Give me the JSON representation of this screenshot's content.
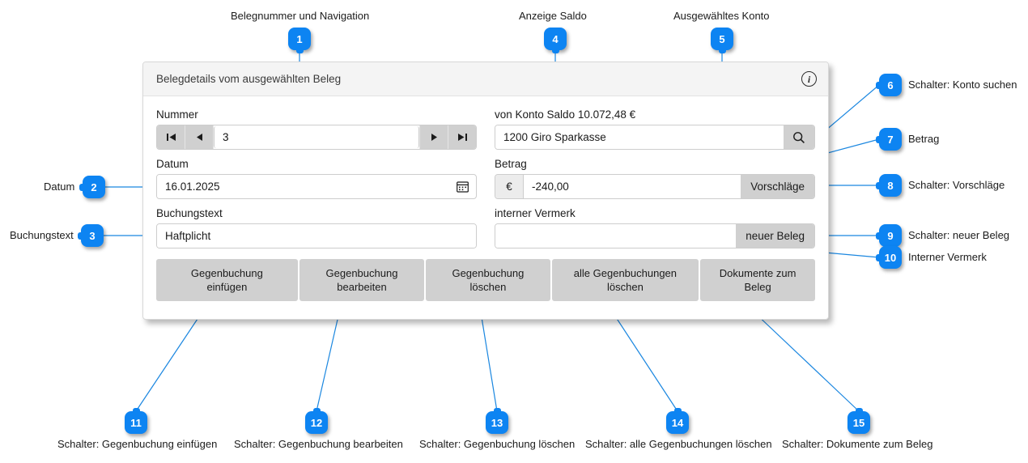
{
  "dialog": {
    "title": "Belegdetails vom ausgewählten Beleg",
    "info_icon": "info-icon",
    "fields": {
      "nummer": {
        "label": "Nummer",
        "value": "3",
        "first_icon": "first-record-icon",
        "prev_icon": "previous-record-icon",
        "next_icon": "next-record-icon",
        "last_icon": "last-record-icon"
      },
      "datum": {
        "label": "Datum",
        "value": "16.01.2025",
        "calendar_icon": "calendar-icon"
      },
      "buchungstext": {
        "label": "Buchungstext",
        "value": "Haftplicht"
      },
      "konto": {
        "label": "von Konto Saldo 10.072,48 €",
        "value": "1200 Giro Sparkasse",
        "search_icon": "search-icon"
      },
      "betrag": {
        "label": "Betrag",
        "currency": "€",
        "value": "-240,00",
        "suggest_button": "Vorschläge"
      },
      "vermerk": {
        "label": "interner Vermerk",
        "value": "",
        "new_button": "neuer Beleg"
      }
    },
    "buttons": [
      {
        "line1": "Gegenbuchung",
        "line2": "einfügen"
      },
      {
        "line1": "Gegenbuchung",
        "line2": "bearbeiten"
      },
      {
        "line1": "Gegenbuchung",
        "line2": "löschen"
      },
      {
        "line1": "alle Gegenbuchungen",
        "line2": "löschen"
      },
      {
        "line1": "Dokumente zum",
        "line2": "Beleg"
      }
    ]
  },
  "callouts": [
    {
      "num": "1",
      "label": "Belegnummer und Navigation"
    },
    {
      "num": "2",
      "label": "Datum"
    },
    {
      "num": "3",
      "label": "Buchungstext"
    },
    {
      "num": "4",
      "label": "Anzeige Saldo"
    },
    {
      "num": "5",
      "label": "Ausgewähltes Konto"
    },
    {
      "num": "6",
      "label": "Schalter: Konto suchen"
    },
    {
      "num": "7",
      "label": "Betrag"
    },
    {
      "num": "8",
      "label": "Schalter: Vorschläge"
    },
    {
      "num": "9",
      "label": "Schalter: neuer Beleg"
    },
    {
      "num": "10",
      "label": "Interner Vermerk"
    },
    {
      "num": "11",
      "label": "Schalter: Gegenbuchung einfügen"
    },
    {
      "num": "12",
      "label": "Schalter: Gegenbuchung bearbeiten"
    },
    {
      "num": "13",
      "label": "Schalter: Gegenbuchung löschen"
    },
    {
      "num": "14",
      "label": "Schalter: alle Gegenbuchungen löschen"
    },
    {
      "num": "15",
      "label": "Schalter: Dokumente zum Beleg"
    }
  ],
  "colors": {
    "accent": "#0d84f2",
    "button_face": "#d0d0d0",
    "header_bg": "#f4f4f4"
  }
}
